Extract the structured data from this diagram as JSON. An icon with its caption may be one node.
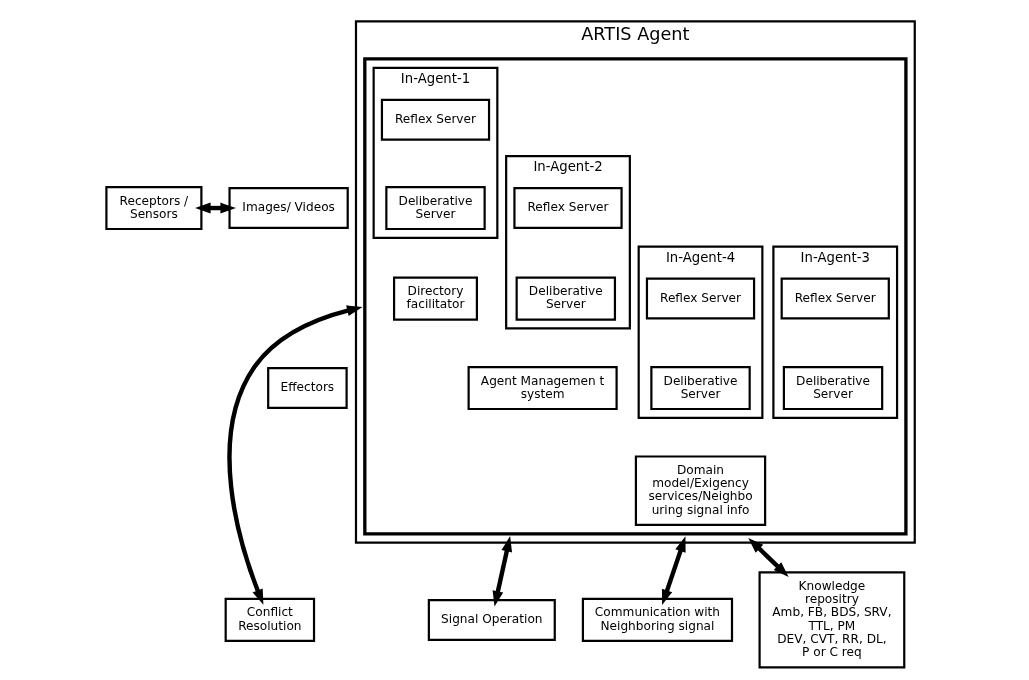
{
  "diagram": {
    "nodes": [
      {
        "text": [
          "ARTIS Agent"
        ]
      },
      {
        "text": [],
        "shape": "box",
        "in": 0
      },
      {
        "text": [
          "In-Agent-1"
        ],
        "in": 1
      },
      {
        "text": [
          "Reflex Server"
        ],
        "in": 2
      },
      {
        "text": [
          "Deliberative Server"
        ],
        "in": 2
      },
      {
        "text": [
          "In-Agent-2"
        ],
        "in": 1
      },
      {
        "text": [
          "Reflex Server"
        ],
        "in": 5
      },
      {
        "text": [
          "Deliberative Server"
        ],
        "in": 5
      },
      {
        "text": [
          "In-Agent-3"
        ],
        "in": 1
      },
      {
        "text": [
          "Reflex Server"
        ],
        "in": 8
      },
      {
        "text": [
          "Deliberative Server"
        ],
        "in": 8
      },
      {
        "text": [
          "In-Agent-4"
        ],
        "in": 1
      },
      {
        "text": [
          "Reflex Server"
        ],
        "in": 11
      },
      {
        "text": [
          "Deliberative Server"
        ],
        "in": 11
      },
      {
        "text": [
          "Directory facilitator"
        ],
        "in": 1
      },
      {
        "text": [
          "Agent Managemen t system"
        ],
        "in": 1
      },
      {
        "text": [
          "Domain model/Exigency services/Neighbo uring signal info"
        ],
        "in": 1
      },
      {
        "text": [
          "Images/ Videos"
        ]
      },
      {
        "text": [
          "Receptors / Sensors"
        ]
      },
      {
        "text": [
          "Effectors"
        ]
      },
      {
        "text": [
          "Conflict Resolution"
        ]
      },
      {
        "text": [
          "Signal Operation"
        ]
      },
      {
        "text": [
          "Communication with Neighboring signal"
        ]
      },
      {
        "text": [
          "Knowledge repositry",
          "Amb, FB, BDS, SRV, TTL, PM",
          "DEV, CVT, RR, DL, P or C req"
        ]
      }
    ],
    "edges": [
      {
        "from": 17,
        "to": 18,
        "arrow": "both"
      },
      {
        "from": 0,
        "to": 20,
        "arrow": "both"
      },
      {
        "from": 0,
        "to": 21,
        "arrow": "both"
      },
      {
        "from": 0,
        "to": 22,
        "arrow": "both"
      },
      {
        "from": 0,
        "to": 23,
        "arrow": "both"
      }
    ]
  }
}
